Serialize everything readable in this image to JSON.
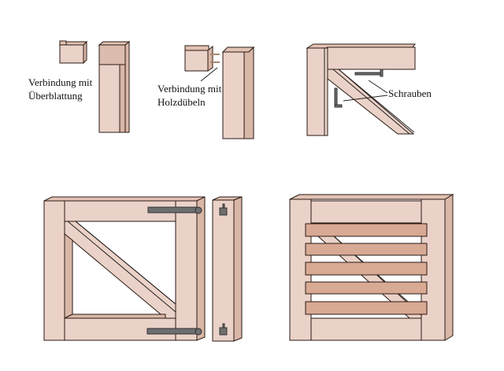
{
  "labels": {
    "overlap_joint": [
      "Verbindung mit",
      "Überblattung"
    ],
    "dowel_joint": [
      "Verbindung mit",
      "Holzdübeln"
    ],
    "screws": "Schrauben"
  },
  "colors": {
    "wood": "#ebd2c8",
    "wood_side": "#d9b7a7",
    "slat": "#d8a993",
    "metal": "#6e6e6e"
  }
}
